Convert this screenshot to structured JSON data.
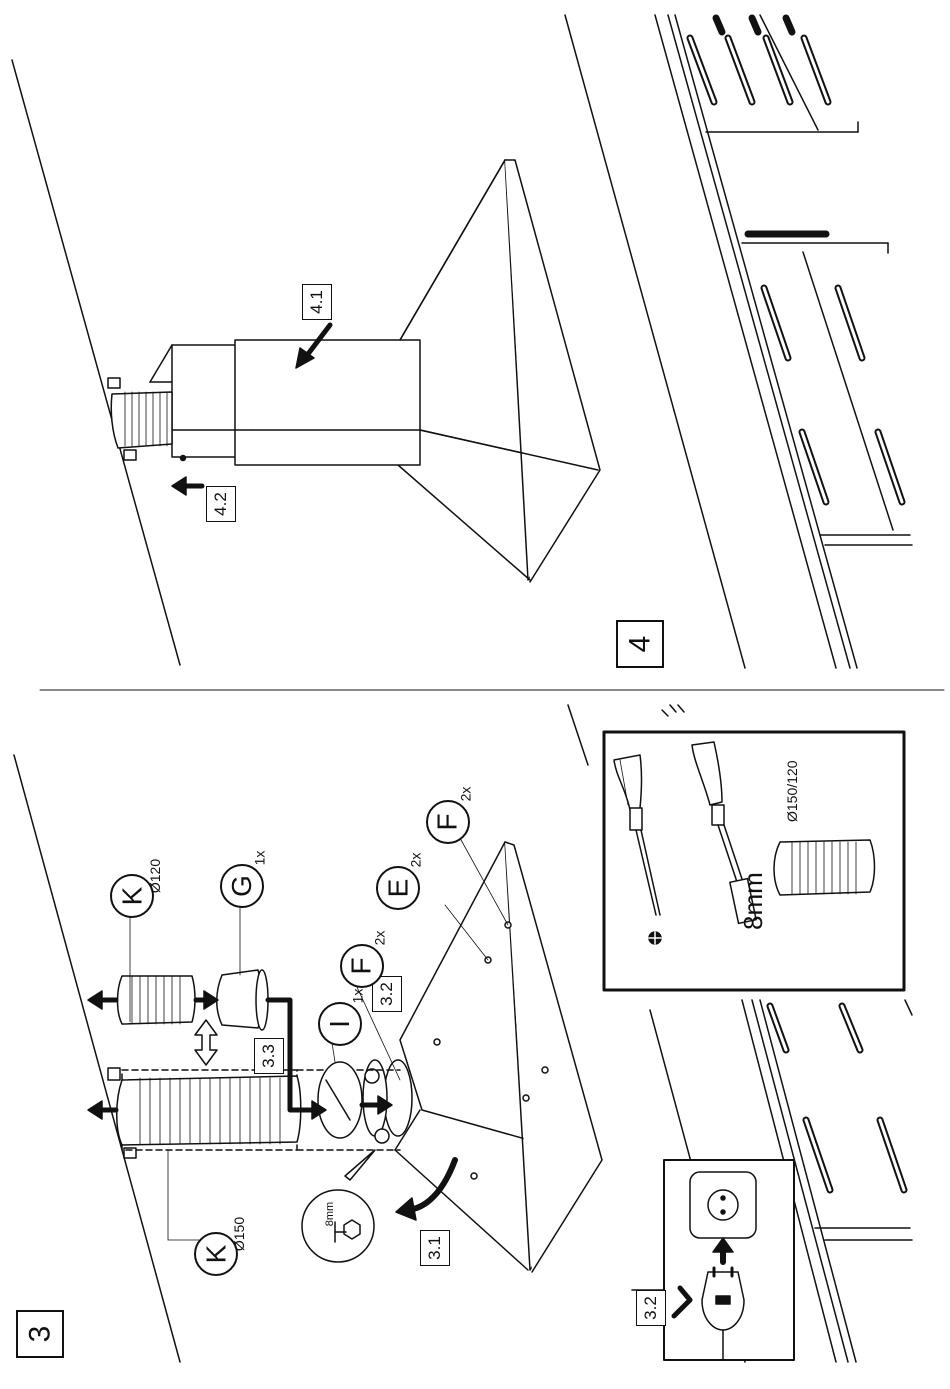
{
  "steps": [
    {
      "number": "3",
      "sub_steps": [
        "3.1",
        "3.2",
        "3.3"
      ],
      "parts": [
        {
          "letter": "K",
          "qty": "Ø150"
        },
        {
          "letter": "K",
          "qty": "Ø120"
        },
        {
          "letter": "G",
          "qty": "1x"
        },
        {
          "letter": "I",
          "qty": "1x"
        },
        {
          "letter": "F",
          "qty": "2x"
        },
        {
          "letter": "E",
          "qty": "2x"
        },
        {
          "letter": "F",
          "qty": "2x"
        }
      ],
      "callout_bolt": "8mm",
      "tools": {
        "socket_size": "8mm",
        "duct_diameter": "Ø150/120"
      },
      "power_step": "3.2"
    },
    {
      "number": "4",
      "sub_steps": [
        "4.1",
        "4.2"
      ]
    }
  ]
}
